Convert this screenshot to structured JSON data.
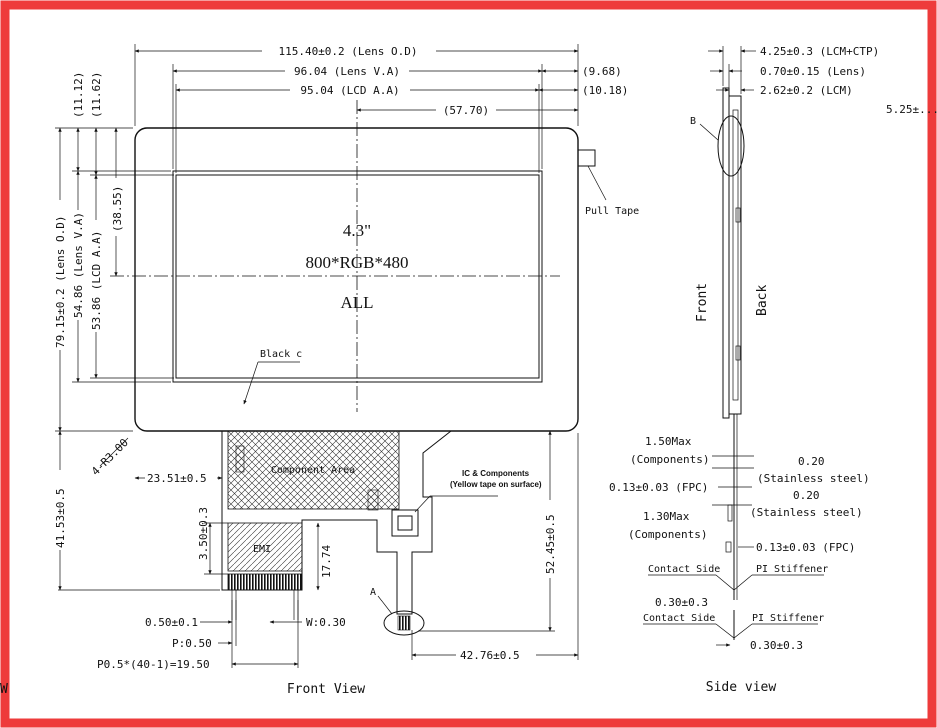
{
  "front": {
    "dims": {
      "lens_od_w": "115.40±0.2 (Lens O.D)",
      "lens_va_w": "96.04 (Lens V.A)",
      "lcd_aa_w": "95.04 (LCD A.A)",
      "lens_va_off": "(9.68)",
      "lcd_aa_off": "(10.18)",
      "center_x": "(57.70)",
      "top_off1": "(11.12)",
      "top_off2": "(11.62)",
      "center_y": "(38.55)",
      "lens_od_h": "79.15±0.2 (Lens O.D)",
      "lens_va_h": "54.86 (Lens V.A)",
      "lcd_aa_h": "53.86 (LCD A.A)",
      "radius": "4-R3.00",
      "fpc_h": "41.53±0.5",
      "fpc_x": "23.51±0.5",
      "stiff_h": "3.50±0.3",
      "fpc_w": "17.74",
      "right_h": "52.45±0.5",
      "right_w": "42.76±0.5",
      "pin_w": "0.50±0.1",
      "w_label": "W:0.30",
      "pitch": "P:0.50",
      "total_pitch": "P0.5*(40-1)=19.50"
    },
    "labels": {
      "size": "4.3\"",
      "resolution": "800*RGB*480",
      "all": "ALL",
      "black": "Black c",
      "pull_tape": "Pull Tape",
      "component_area": "Component Area",
      "emi": "EMI",
      "ic_title": "IC & Components",
      "ic_sub": "(Yellow tape on surface)",
      "detail_a": "A",
      "title": "Front View",
      "corner_char": "W"
    }
  },
  "side": {
    "dims": {
      "d1": "4.25±0.3 (LCM+CTP)",
      "d2": "0.70±0.15 (Lens)",
      "d3": "2.62±0.2 (LCM)",
      "d4": "5.25±...",
      "comp1": "1.50Max",
      "comp1b": "(Components)",
      "ss1": "0.20",
      "ss1b": "(Stainless steel)",
      "fpc1": "0.13±0.03 (FPC)",
      "ss2": "0.20",
      "ss2b": "(Stainless steel)",
      "comp2": "1.30Max",
      "comp2b": "(Components)",
      "fpc2": "0.13±0.03 (FPC)",
      "t1": "0.30±0.3",
      "t2": "0.30±0.3"
    },
    "labels": {
      "b": "B",
      "front": "Front",
      "back": "Back",
      "contact1": "Contact Side",
      "pi1": "PI Stiffener",
      "contact2": "Contact Side",
      "pi2": "PI Stiffener",
      "title": "Side view"
    }
  },
  "colors": {
    "frame": "#ee3b3b",
    "line": "#111111",
    "hatch": "#333333"
  }
}
